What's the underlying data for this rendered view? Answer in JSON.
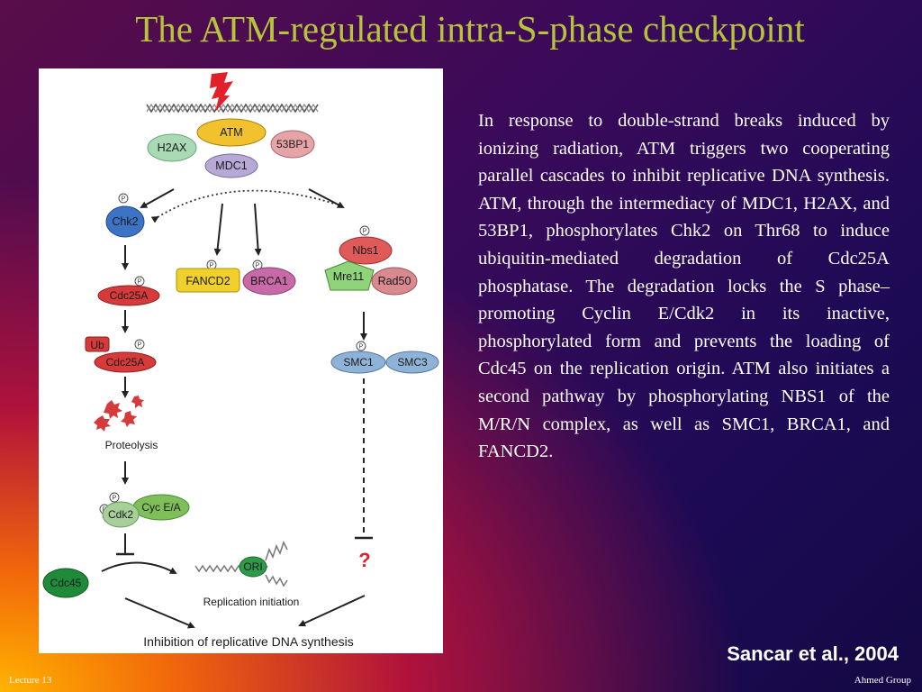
{
  "title": "The ATM-regulated intra-S-phase checkpoint",
  "body": "In response to double-strand breaks induced by ionizing radiation, ATM triggers two cooperating parallel cascades to inhibit replicative DNA synthesis. ATM, through the intermediacy of MDC1, H2AX, and 53BP1, phosphorylates Chk2 on Thr68 to induce ubiquitin-mediated degradation of Cdc25A phosphatase. The degradation locks the S phase–promoting Cyclin E/Cdk2 in its inactive, phosphorylated form and prevents the loading of Cdc45 on the replication origin. ATM also initiates a second pathway by phosphorylating NBS1 of the M/R/N complex, as well as SMC1, BRCA1, and FANCD2.",
  "citation": "Sancar et al., 2004",
  "footer": {
    "left": "Lecture 13",
    "right": "Ahmed Group"
  },
  "diagram": {
    "atm": "ATM",
    "h2ax": "H2AX",
    "bp53": "53BP1",
    "mdc1": "MDC1",
    "chk2": "Chk2",
    "cdc25a": "Cdc25A",
    "ub": "Ub",
    "cdc25a_ub": "Cdc25A",
    "proteolysis": "Proteolysis",
    "cdk2": "Cdk2",
    "cyce": "Cyc E/A",
    "cdc45": "Cdc45",
    "fancd2": "FANCD2",
    "brca1": "BRCA1",
    "nbs1": "Nbs1",
    "mre11": "Mre11",
    "rad50": "Rad50",
    "smc1": "SMC1",
    "smc3": "SMC3",
    "ori": "ORI",
    "replication": "Replication initiation",
    "question": "?",
    "inhibition": "Inhibition of replicative DNA synthesis",
    "p": "P"
  },
  "colors": {
    "title": "#b5c43a",
    "atm": "#f2c12e",
    "h2ax": "#a9d9b5",
    "bp53": "#e6a3a8",
    "mdc1": "#b7a9d6",
    "chk2": "#3c73c4",
    "cdc25a": "#d63a3a",
    "cdk2": "#a7cf9a",
    "cyce": "#7fbf5a",
    "cdc45": "#1f8a3a",
    "fancd2": "#f0d02a",
    "brca1": "#c86aa8",
    "nbs1": "#e05a5a",
    "mre11": "#8fd47a",
    "rad50": "#d98a90",
    "smc": "#8fb3d6",
    "ori": "#2e9a4a",
    "lightning": "#e2202a",
    "question": "#e2202a"
  }
}
